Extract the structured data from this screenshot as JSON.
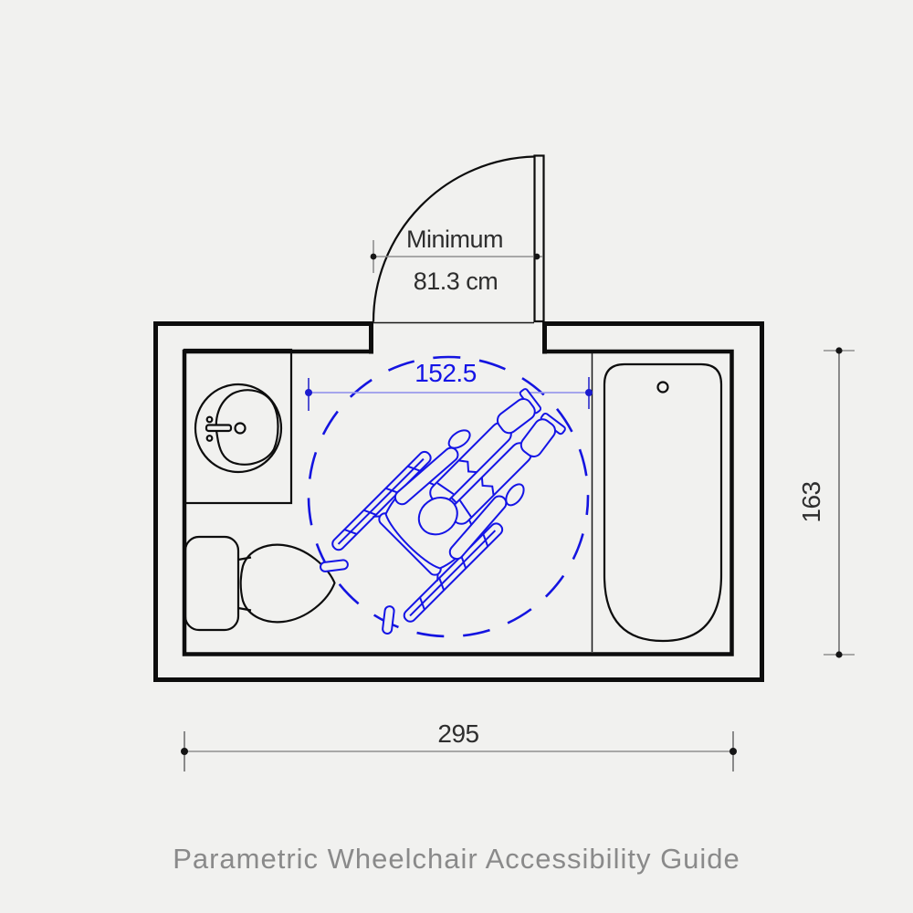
{
  "title": "Parametric Wheelchair Accessibility Guide",
  "dimensions": {
    "door_clearance": {
      "label": "Minimum",
      "value": "81.3 cm"
    },
    "turning_circle_diameter": "152.5",
    "room_depth": "163",
    "room_width": "295"
  },
  "fixtures": {
    "door": "door-swing",
    "sink": "sink-with-counter",
    "toilet": "toilet",
    "bathtub": "bathtub",
    "wheelchair": "wheelchair-with-occupant-top-view",
    "turning_circle": "wheelchair-turning-circle"
  },
  "colors": {
    "background": "#f1f1ef",
    "walls": "#0d0d0d",
    "wheelchair_blue": "#1414e6",
    "turning_circle_blue": "#1414e0",
    "blue_dimension_line": "#9b9bec",
    "gray_dimension_line": "#8f8f8f",
    "dimension_text": "#2e2e2e",
    "title_text": "#8a8a8a"
  }
}
